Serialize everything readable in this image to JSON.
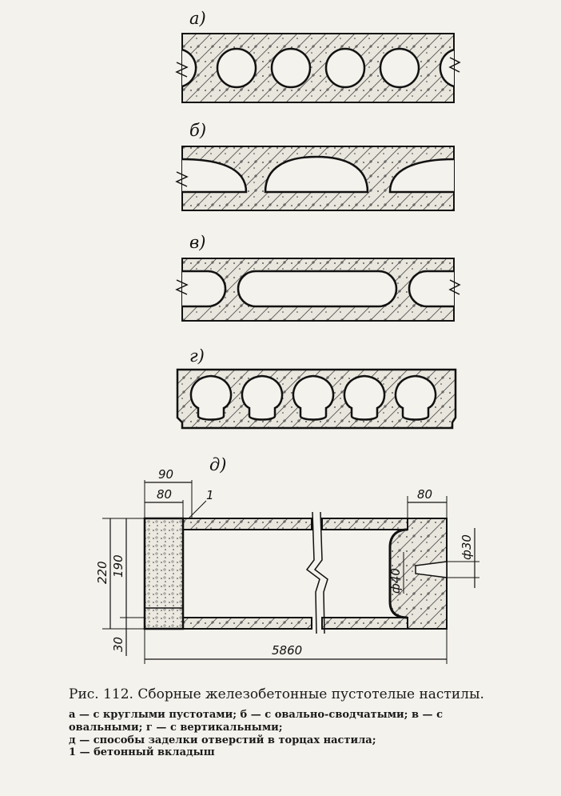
{
  "panels": {
    "a": "а)",
    "b": "б)",
    "v": "в)",
    "g": "г)",
    "d": "д)"
  },
  "dimensions": {
    "d90": "90",
    "d80_left": "80",
    "callout_1": "1",
    "d80_right": "80",
    "d220": "220",
    "d190": "190",
    "d30_bottom": "30",
    "d5860": "5860",
    "phi40": "ф40",
    "phi30": "ф30"
  },
  "caption": {
    "title": "Рис. 112. Сборные железобетонные пустотелые настилы.",
    "legend": [
      "а — с круглыми пустотами; б — с овально-сводчатыми; в — с овальными; г — с вертикальными;",
      "д — способы заделки отверстий в торцах настила;",
      "1 — бетонный вкладыш"
    ]
  }
}
